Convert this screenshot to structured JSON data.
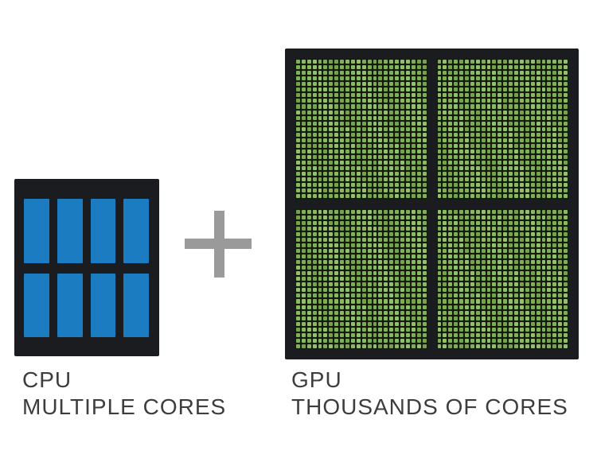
{
  "page": {
    "background_color": "#ffffff",
    "text_color": "#3d3d3d"
  },
  "cpu": {
    "title": "CPU",
    "subtitle": "MULTIPLE CORES",
    "chip_color": "#1b1c20",
    "core_color": "#1c7cc1",
    "cores": {
      "rows": 2,
      "cols": 4,
      "count": 8
    }
  },
  "plus": {
    "symbol": "+",
    "color": "#9a9a9a"
  },
  "gpu": {
    "title": "GPU",
    "subtitle": "THOUSANDS OF CORES",
    "chip_color": "#1b1c20",
    "grid_line_color": "#141b0d",
    "core_colors": [
      "#7dae52",
      "#8aba5e",
      "#74a348",
      "#93c16b",
      "#7fb255"
    ],
    "quadrants": 4,
    "cores_per_quadrant": {
      "rows": 25,
      "cols": 24
    },
    "total_cores": 2400
  }
}
